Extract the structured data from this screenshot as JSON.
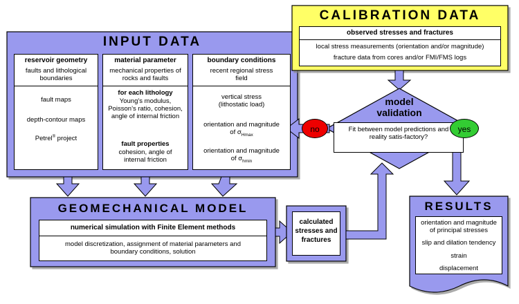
{
  "calibration": {
    "title": "CALIBRATION DATA",
    "heading": "observed stresses and fractures",
    "line1": "local stress measurements (orientation and/or magnitude)",
    "line2": "fracture data from cores and/or  FMI/FMS logs"
  },
  "input": {
    "title": "INPUT DATA",
    "reservoir": {
      "heading": "reservoir geometry",
      "sub": "faults and lithological boundaries",
      "item1": "fault maps",
      "item2": "depth-contour maps",
      "item3_pre": "Petrel",
      "item3_sup": "®",
      "item3_post": " project"
    },
    "material": {
      "heading": "material parameter",
      "sub": "mechanical properties of rocks and faults",
      "lith_heading": "for each lithology",
      "lith_text": "Young’s modulus, Poisson’s ratio, cohesion, angle of internal friction",
      "fault_heading": "fault properties",
      "fault_text": "cohesion, angle of internal friction"
    },
    "boundary": {
      "heading": "boundary conditions",
      "sub": "recent regional stress field",
      "vertical": "vertical stress (lithostatic load)",
      "hmax_pre": "orientation and magnitude of σ",
      "hmax_sub": "Hmax",
      "hmin_pre": "orientation and magnitude of σ",
      "hmin_sub": "hmin"
    }
  },
  "validation": {
    "title": "model validation",
    "text": "Fit between model predictions and reality satis-factory?",
    "no_label": "no",
    "yes_label": "yes"
  },
  "geomech": {
    "title": "GEOMECHANICAL MODEL",
    "heading": "numerical simulation with Finite Element methods",
    "text": "model discretization, assignment of material parameters and boundary conditions, solution"
  },
  "calculated": {
    "text": "calculated stresses and fractures"
  },
  "results": {
    "title": "RESULTS",
    "item1": "orientation and magnitude of principal stresses",
    "item2": "slip and dilation tendency",
    "item3": "strain",
    "item4": "displacement"
  },
  "colors": {
    "panel": "#9999ee",
    "calibration": "#ffff66",
    "no": "#ee0000",
    "yes": "#33cc33"
  }
}
